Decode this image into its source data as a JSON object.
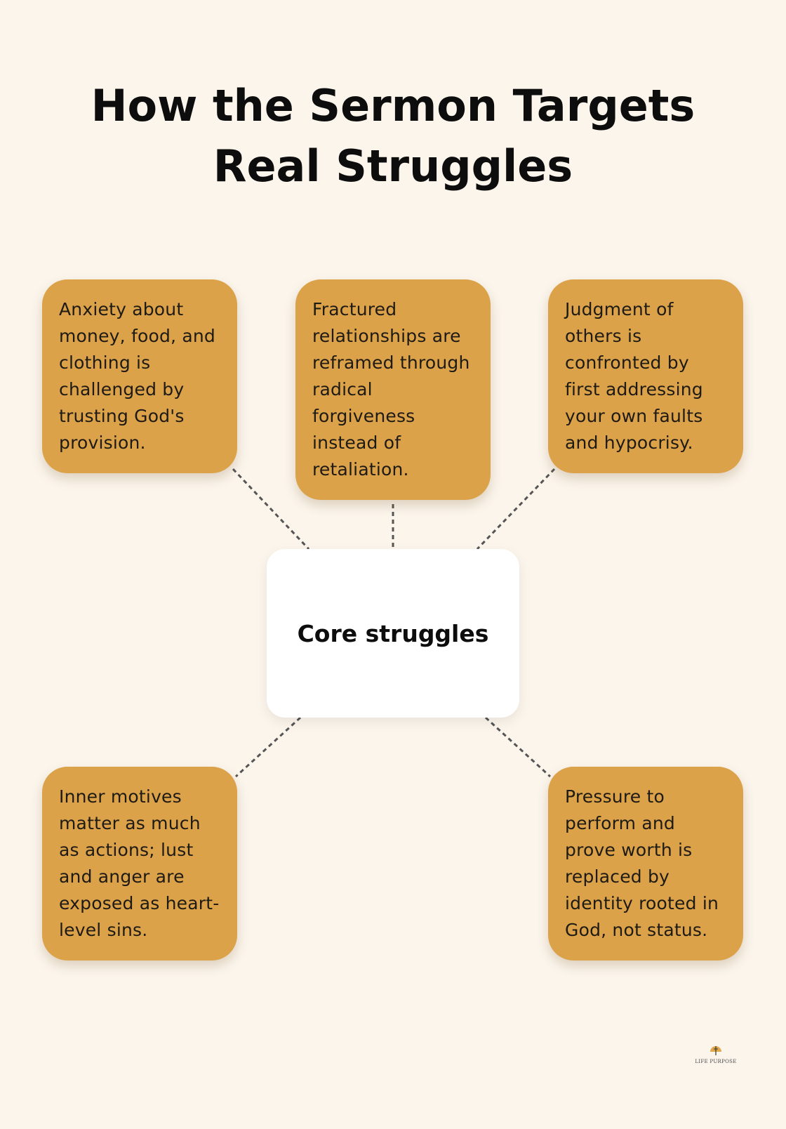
{
  "title": "How the Sermon Targets Real Struggles",
  "center": {
    "label": "Core struggles"
  },
  "struggles": [
    {
      "text": "Anxiety about money, food, and clothing is challenged by trusting God's provision."
    },
    {
      "text": "Fractured relationships are reframed through radical forgiveness instead of retaliation."
    },
    {
      "text": "Judgment of others is confronted by first addressing your own faults and hypocrisy."
    },
    {
      "text": "Inner motives matter as much as actions; lust and anger are exposed as heart-level sins."
    },
    {
      "text": "Pressure to perform and prove worth is replaced by identity rooted in God, not status."
    }
  ],
  "logo": {
    "text": "LIFE PURPOSE"
  },
  "colors": {
    "background": "#fbf5ec",
    "card": "#dca24a",
    "center_box": "#ffffff",
    "connector": "#555555",
    "logo_accent": "#e2a84c"
  }
}
